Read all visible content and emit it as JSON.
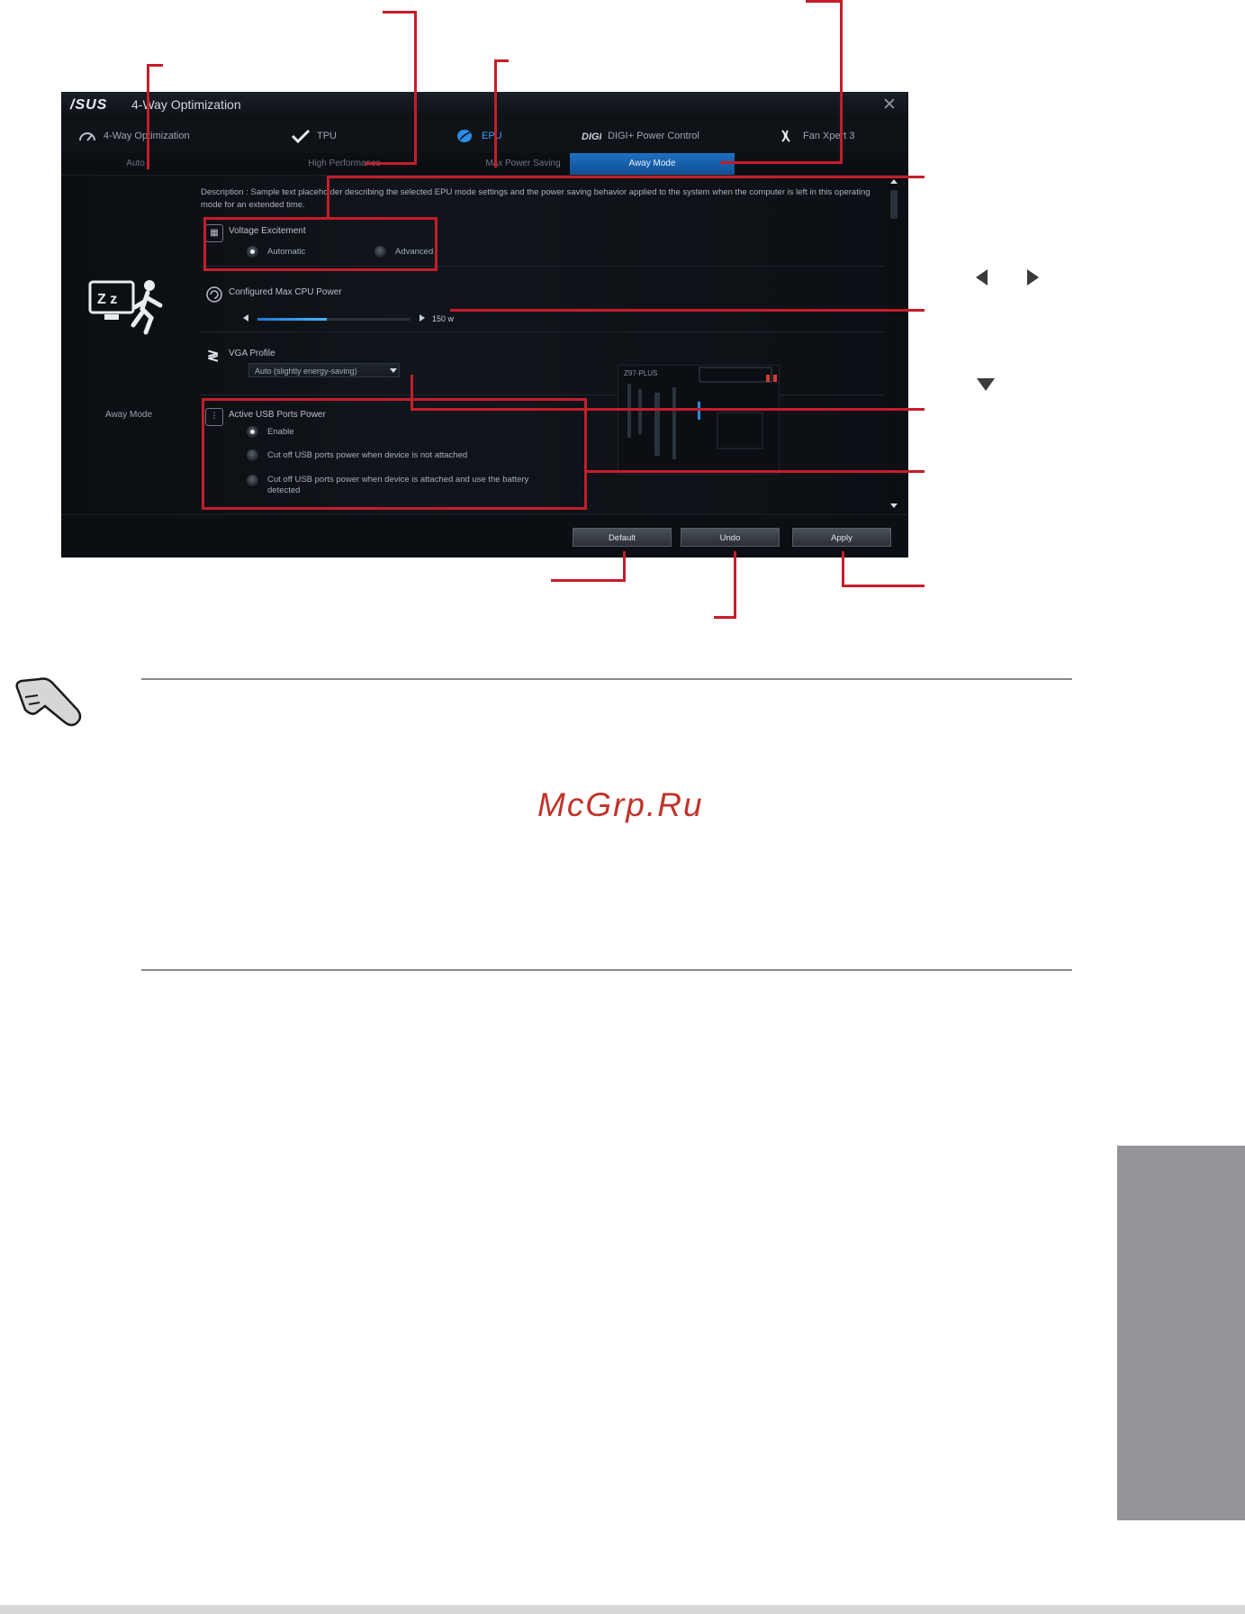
{
  "app": {
    "logo": "/SUS",
    "window_title": "4-Way Optimization",
    "close_glyph": "✕"
  },
  "top_nav": [
    {
      "label": "4-Way Optimization"
    },
    {
      "label": "TPU"
    },
    {
      "label": "EPU"
    },
    {
      "label": "DIGI+ Power Control"
    },
    {
      "label": "Fan Xpert 3"
    }
  ],
  "sub_tabs": [
    {
      "label": "Auto"
    },
    {
      "label": "High Performance"
    },
    {
      "label": "Max Power Saving"
    },
    {
      "label": "Away Mode"
    }
  ],
  "left_pane": {
    "mode_label": "Away Mode"
  },
  "description": "Description : Sample text placeholder describing the selected EPU mode settings and the power saving behavior applied to the system when the computer is left in this operating mode for an extended time.",
  "voltage": {
    "title": "Voltage Excitement",
    "options": [
      "Automatic",
      "Advanced"
    ],
    "selected": 0
  },
  "cpu_power": {
    "title": "Configured Max CPU Power",
    "value_label": "150 w",
    "level": 0.45
  },
  "vga": {
    "title": "VGA Profile",
    "selected_value": "Auto (slightly energy-saving)"
  },
  "usb": {
    "title": "Active USB Ports Power",
    "options": [
      "Enable",
      "Cut off USB ports power when device is not attached",
      "Cut off USB ports power when device is attached and use the battery detected"
    ],
    "selected": 0
  },
  "board_label": "Z97-PLUS",
  "footer_buttons": {
    "default": "Default",
    "undo": "Undo",
    "apply": "Apply"
  },
  "watermark": "McGrp.Ru",
  "colors": {
    "callout_red": "#c41e2b",
    "accent_blue": "#1e6fc2",
    "side_tab_gray": "#939598"
  }
}
